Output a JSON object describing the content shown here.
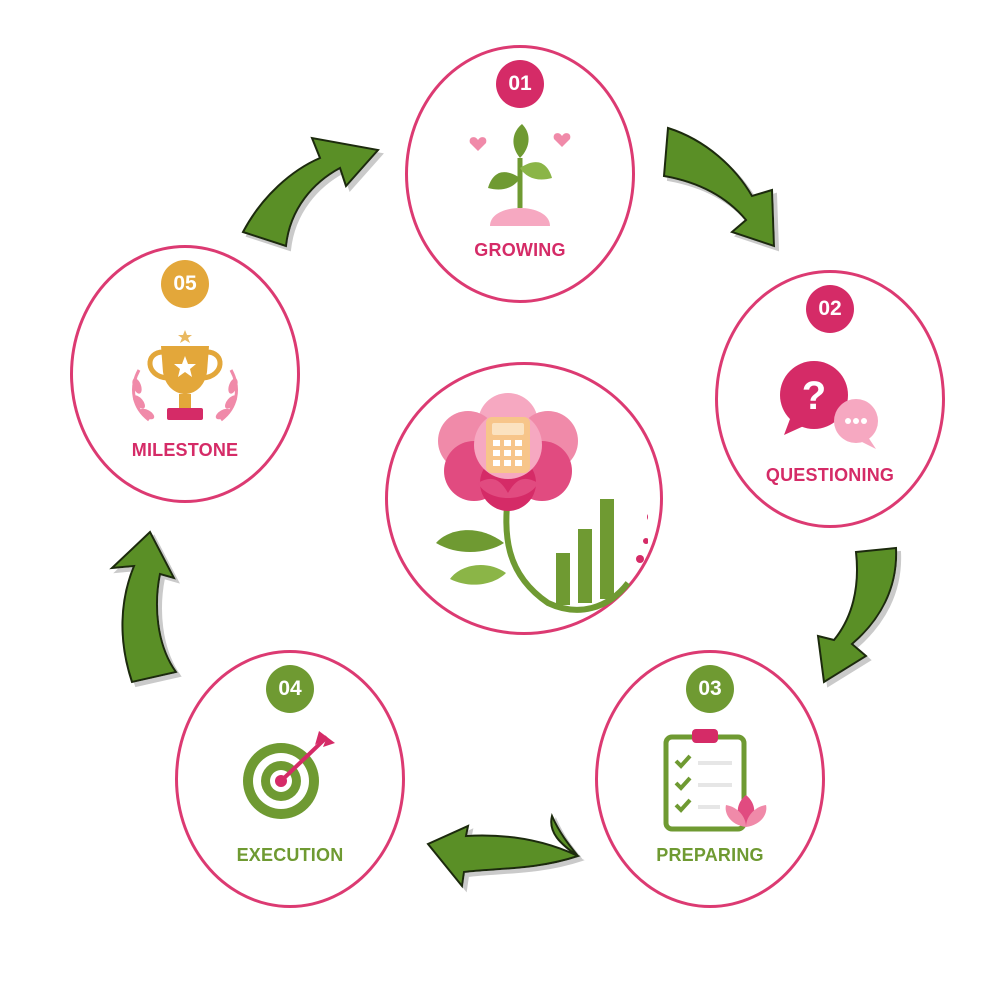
{
  "steps": [
    {
      "number": "01",
      "label": "GROWING",
      "icon": "sprout-icon",
      "color": "#d52b67"
    },
    {
      "number": "02",
      "label": "QUESTIONING",
      "icon": "question-chat-icon",
      "color": "#d52b67"
    },
    {
      "number": "03",
      "label": "PREPARING",
      "icon": "clipboard-checklist-icon",
      "color": "#6f9a32"
    },
    {
      "number": "04",
      "label": "EXECUTION",
      "icon": "target-arrow-icon",
      "color": "#6f9a32"
    },
    {
      "number": "05",
      "label": "MILESTONE",
      "icon": "trophy-icon",
      "color": "#e3a73a"
    }
  ],
  "center_icon": "flower-calculator-growth-chart-icon",
  "colors": {
    "ring": "#dc3a72",
    "pink": "#d52b67",
    "green": "#6f9a32",
    "gold": "#e3a73a",
    "arrow": "#5a8f27"
  }
}
